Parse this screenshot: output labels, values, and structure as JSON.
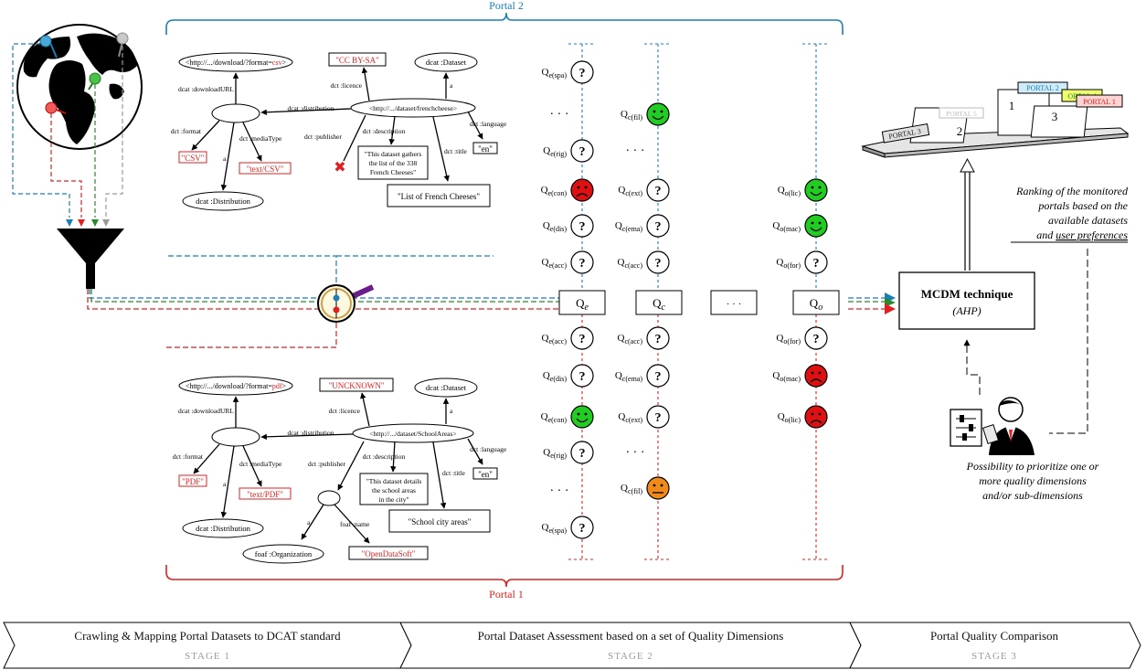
{
  "portal_top": "Portal 2",
  "portal_bottom": "Portal 1",
  "stages": [
    {
      "label": "Crawling & Mapping Portal Datasets to DCAT standard",
      "sub": "STAGE 1"
    },
    {
      "label": "Portal Dataset Assessment based on a set of Quality Dimensions",
      "sub": "STAGE 2"
    },
    {
      "label": "Portal Quality Comparison",
      "sub": "STAGE 3"
    }
  ],
  "graph_top": {
    "url_download": "<http://.../download/?format=",
    "url_format": "csv",
    "url_close": ">",
    "licence_value": "\"CC BY-SA\"",
    "dataset_class": "dcat :Dataset",
    "main_url": "<http://.../dataset/frenchcheese>",
    "edge_download": "dcat :downloadURL",
    "edge_licence": "dct :licence",
    "edge_distribution": "dcat :distribution",
    "edge_a1": "a",
    "edge_a2": "a",
    "edge_format": "dct :format",
    "edge_mediatype": "dct :mediaType",
    "edge_publisher": "dct :publisher",
    "edge_description": "dct :description",
    "edge_title": "dct :title",
    "edge_language": "dct :language",
    "format_value": "\"CSV\"",
    "media_value": "\"text/CSV\"",
    "language_value": "\"en\"",
    "description_lines": [
      "\"This dataset gathers",
      "the list of the 338",
      "French Cheeses\""
    ],
    "title_value": "\"List of French Cheeses\"",
    "distribution_class": "dcat :Distribution"
  },
  "graph_bottom": {
    "url_download": "<http://.../download/?format=",
    "url_format": "pdf",
    "url_close": ">",
    "licence_value": "\"UNCKNOWN\"",
    "dataset_class": "dcat :Dataset",
    "main_url": "<http://.../dataset/SchoolAreas>",
    "edge_download": "dcat :downloadURL",
    "edge_licence": "dct :licence",
    "edge_distribution": "dcat :distribution",
    "edge_a1": "a",
    "edge_a2": "a",
    "edge_a3": "a",
    "edge_format": "dct :format",
    "edge_mediatype": "dct :mediaType",
    "edge_publisher": "dct :publisher",
    "edge_description": "dct :description",
    "edge_title": "dct :title",
    "edge_language": "dct :language",
    "edge_foafname": "foaf :name",
    "format_value": "\"PDF\"",
    "media_value": "\"text/PDF\"",
    "language_value": "\"en\"",
    "description_lines": [
      "\"This dataset details",
      "the school areas",
      "in the city\""
    ],
    "title_value": "\"School city areas\"",
    "distribution_class": "dcat :Distribution",
    "org_class": "foaf :Organization",
    "org_name": "\"OpenDataSoft\""
  },
  "quality_boxes": [
    {
      "q": "Q",
      "sub": "e"
    },
    {
      "q": "Q",
      "sub": "c"
    },
    {
      "q": "",
      "sub": "· · ·"
    },
    {
      "q": "Q",
      "sub": "o"
    }
  ],
  "ellipsis": "· · ·",
  "col_e_top": [
    {
      "sub": "e(spa)",
      "state": "unknown"
    },
    {
      "sub": "",
      "state": "dots"
    },
    {
      "sub": "e(rig)",
      "state": "unknown"
    },
    {
      "sub": "e(con)",
      "state": "bad"
    },
    {
      "sub": "e(dis)",
      "state": "unknown"
    },
    {
      "sub": "e(acc)",
      "state": "unknown"
    }
  ],
  "col_c_top": [
    {
      "sub": "c(fil)",
      "state": "good"
    },
    {
      "sub": "",
      "state": "dots"
    },
    {
      "sub": "c(ext)",
      "state": "unknown"
    },
    {
      "sub": "c(ema)",
      "state": "unknown"
    },
    {
      "sub": "c(acc)",
      "state": "unknown"
    }
  ],
  "col_o_top": [
    {
      "sub": "o(lic)",
      "state": "good"
    },
    {
      "sub": "o(mac)",
      "state": "good"
    },
    {
      "sub": "o(for)",
      "state": "unknown"
    }
  ],
  "col_e_bottom": [
    {
      "sub": "e(acc)",
      "state": "unknown"
    },
    {
      "sub": "e(dis)",
      "state": "unknown"
    },
    {
      "sub": "e(con)",
      "state": "good"
    },
    {
      "sub": "e(rig)",
      "state": "unknown"
    },
    {
      "sub": "",
      "state": "dots"
    },
    {
      "sub": "e(spa)",
      "state": "unknown"
    }
  ],
  "col_c_bottom": [
    {
      "sub": "c(acc)",
      "state": "unknown"
    },
    {
      "sub": "c(ema)",
      "state": "unknown"
    },
    {
      "sub": "c(ext)",
      "state": "unknown"
    },
    {
      "sub": "",
      "state": "dots"
    },
    {
      "sub": "c(fil)",
      "state": "neutral"
    }
  ],
  "col_o_bottom": [
    {
      "sub": "o(for)",
      "state": "unknown"
    },
    {
      "sub": "o(mac)",
      "state": "bad"
    },
    {
      "sub": "o(lic)",
      "state": "bad"
    }
  ],
  "question_mark": "?",
  "mcdm_title": "MCDM technique",
  "mcdm_sub": "(AHP)",
  "ranking_lines": [
    "Ranking of the monitored",
    "portals based on the",
    "available datasets"
  ],
  "ranking_and": "and ",
  "ranking_user": "user preferences",
  "possibility_lines": [
    "Possibility to prioritize one or",
    "more quality dimensions",
    "and/or sub-dimensions"
  ],
  "podium": {
    "rank1": "1",
    "rank2": "2",
    "rank3": "3",
    "flag_portal2": "PORTAL 2",
    "flag_portal4": "ORTAL 4",
    "flag_portal1": "PORTAL 1",
    "flag_grey": "PORTAL 5",
    "flag_portal3": "PORTAL 3"
  },
  "colors": {
    "portal2": "#1a7fb5",
    "portal1": "#e02020",
    "green_line": "#2a8a2a",
    "grey_line": "#9a9a9a",
    "good": "#22cc22",
    "bad": "#dd1111",
    "neutral": "#f08a1a"
  }
}
